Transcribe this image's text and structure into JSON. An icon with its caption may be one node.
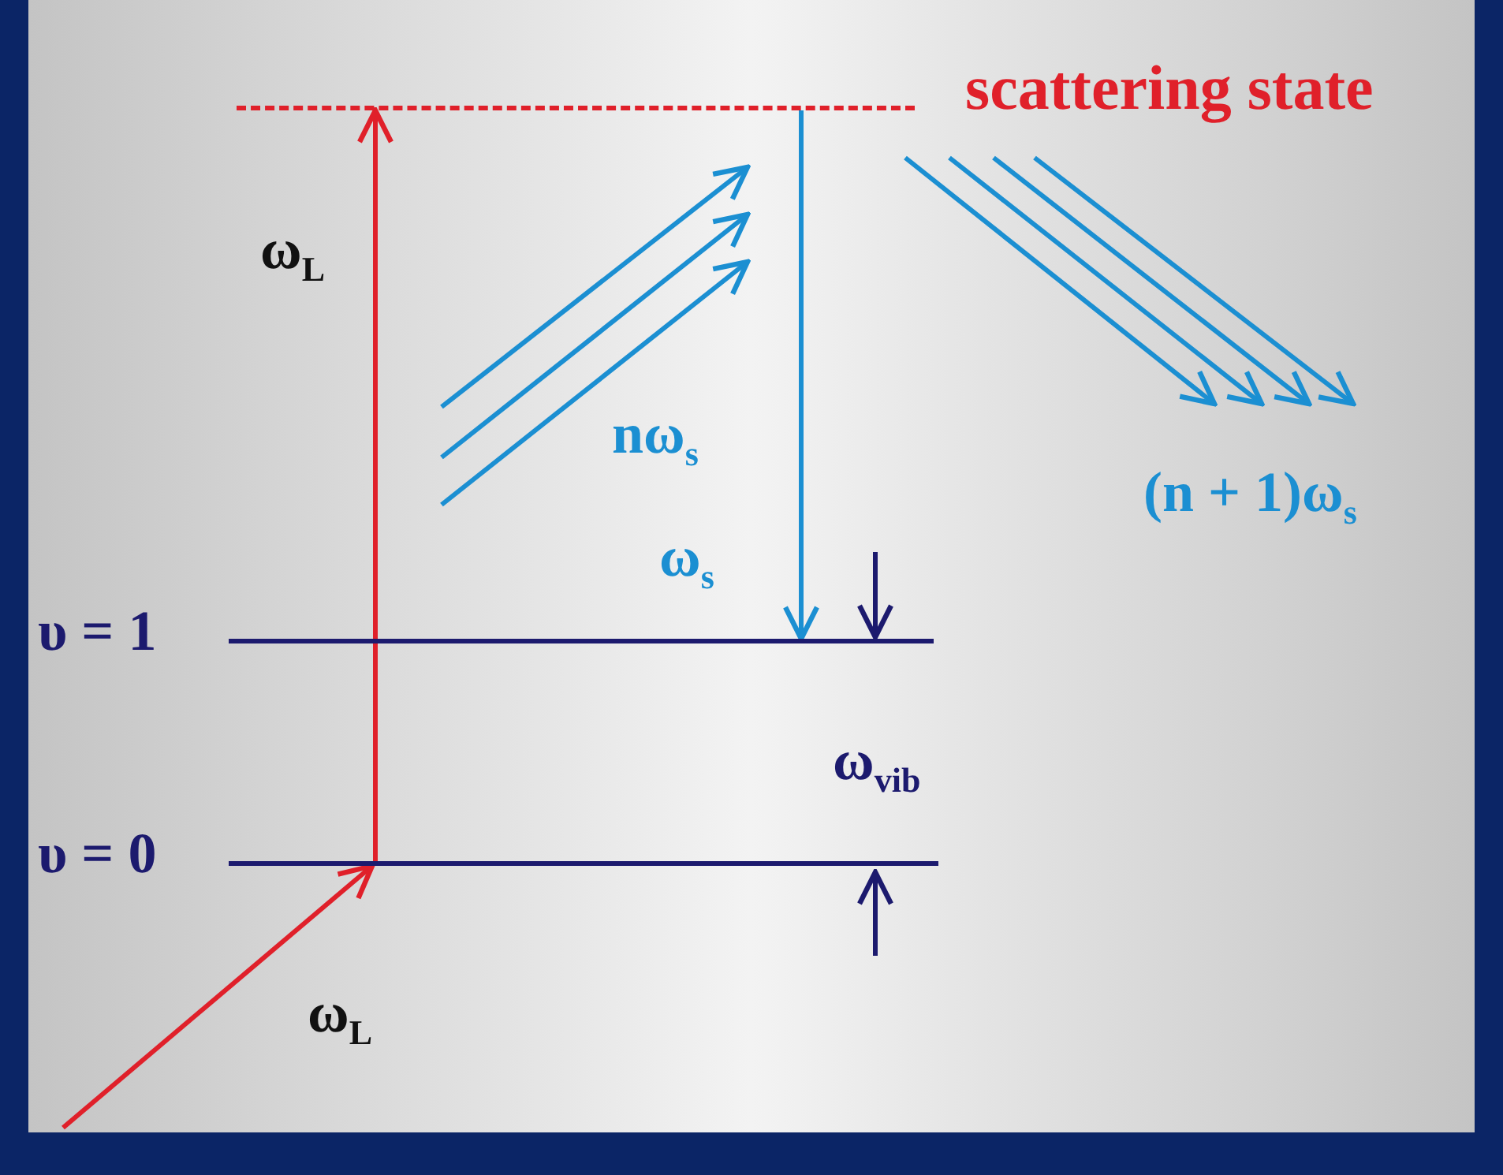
{
  "diagram": {
    "nodes": [
      {
        "text": [
          "scattering state"
        ]
      },
      {
        "text": [
          "υ = 1"
        ]
      },
      {
        "text": [
          "υ = 0"
        ]
      }
    ],
    "edges": [
      {
        "from": null,
        "to": 2,
        "arrow": "to",
        "label": "ω$_{L}$"
      },
      {
        "from": 2,
        "to": 0,
        "arrow": "to",
        "label": "ω$_{L}$"
      },
      {
        "from": 0,
        "to": 1,
        "arrow": "to",
        "label": "ω$_{s}$",
        "color": "#1b8fd2"
      }
    ],
    "labels": [
      "nω$_{s}$",
      "(n + 1)ω$_{s}$",
      "ω$_{vib}$"
    ]
  }
}
